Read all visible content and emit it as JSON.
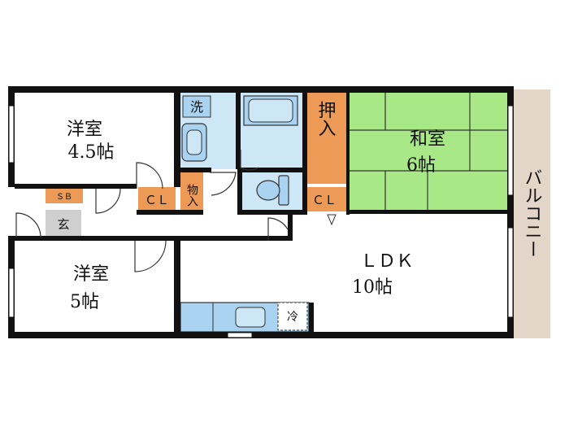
{
  "rooms": {
    "western_a": {
      "name": "洋室",
      "size": "4.5帖"
    },
    "western_b": {
      "name": "洋室",
      "size": "5帖"
    },
    "japanese": {
      "name": "和室",
      "size": "6帖"
    },
    "ldk": {
      "name": "ＬＤＫ",
      "size": "10帖"
    },
    "balcony": {
      "name": "バルコニー"
    }
  },
  "labels": {
    "washer": "洗",
    "storage": "物入",
    "oshiire": "押入",
    "closet_a": "ＣＬ",
    "closet_b": "ＣＬ",
    "shoe_box": "ＳＢ",
    "entrance": "玄",
    "fridge": "冷"
  },
  "colors": {
    "wall": "#111111",
    "tatami": "#a8e887",
    "closet": "#ec9a55",
    "wet_area": "#cde7f7",
    "fixture": "#a9d3f1",
    "balcony": "#e3d6c9",
    "entrance": "#cfcfcf"
  }
}
